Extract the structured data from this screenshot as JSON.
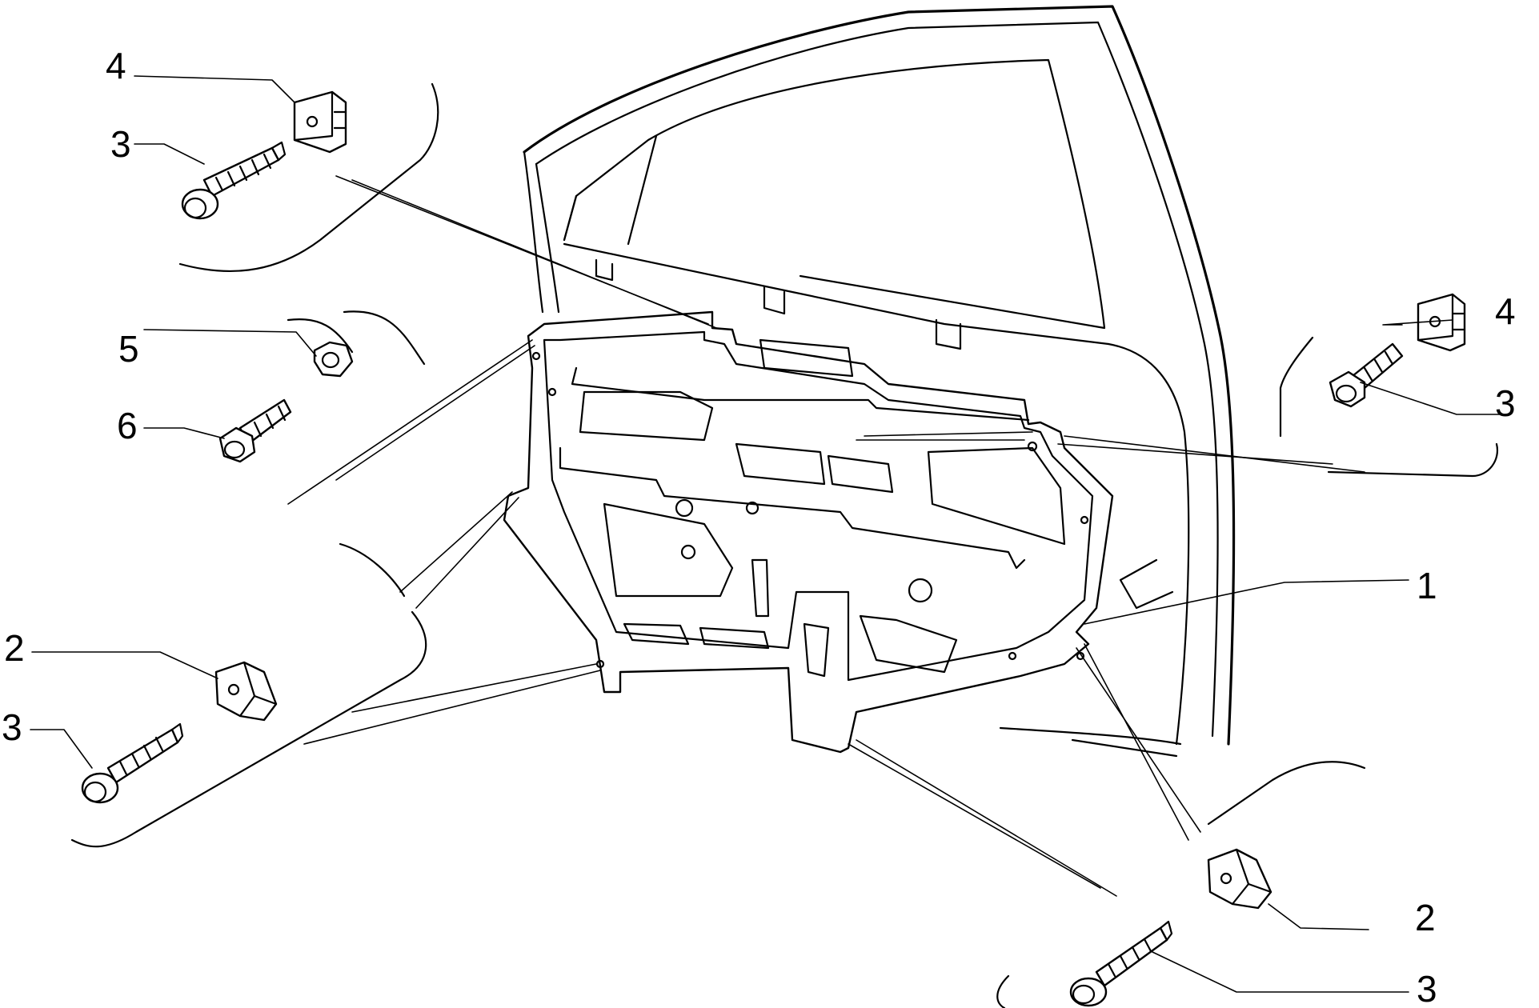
{
  "callouts": {
    "c4_top_left": "4",
    "c3_top_left": "3",
    "c5": "5",
    "c6": "6",
    "c2_left": "2",
    "c3_left": "3",
    "c4_right": "4",
    "c3_right": "3",
    "c1": "1",
    "c2_bottom_right": "2",
    "c3_bottom_right": "3"
  }
}
